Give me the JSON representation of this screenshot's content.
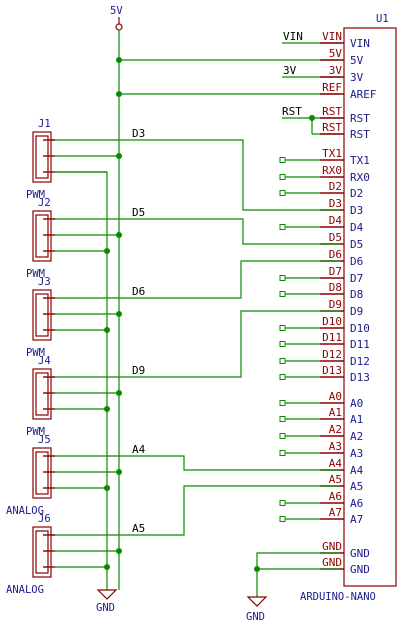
{
  "power": {
    "top_label": "5V",
    "gnd_left_label": "GND",
    "gnd_right_label": "GND"
  },
  "module": {
    "ref": "U1",
    "name": "ARDUINO-NANO",
    "pins": [
      {
        "name": "VIN",
        "label": "VIN"
      },
      {
        "name": "5V",
        "label": "5V"
      },
      {
        "name": "3V",
        "label": "3V"
      },
      {
        "name": "AREF",
        "label": "REF"
      },
      {
        "name": "RST",
        "label": "RST"
      },
      {
        "name": "RST",
        "label": "RST"
      },
      {
        "name": "TX1",
        "label": "TX1"
      },
      {
        "name": "RX0",
        "label": "RX0"
      },
      {
        "name": "D2",
        "label": "D2"
      },
      {
        "name": "D3",
        "label": "D3"
      },
      {
        "name": "D4",
        "label": "D4"
      },
      {
        "name": "D5",
        "label": "D5"
      },
      {
        "name": "D6",
        "label": "D6"
      },
      {
        "name": "D7",
        "label": "D7"
      },
      {
        "name": "D8",
        "label": "D8"
      },
      {
        "name": "D9",
        "label": "D9"
      },
      {
        "name": "D10",
        "label": "D10"
      },
      {
        "name": "D11",
        "label": "D11"
      },
      {
        "name": "D12",
        "label": "D12"
      },
      {
        "name": "D13",
        "label": "D13"
      },
      {
        "name": "A0",
        "label": "A0"
      },
      {
        "name": "A1",
        "label": "A1"
      },
      {
        "name": "A2",
        "label": "A2"
      },
      {
        "name": "A3",
        "label": "A3"
      },
      {
        "name": "A4",
        "label": "A4"
      },
      {
        "name": "A5",
        "label": "A5"
      },
      {
        "name": "A6",
        "label": "A6"
      },
      {
        "name": "A7",
        "label": "A7"
      },
      {
        "name": "GND",
        "label": "GND"
      },
      {
        "name": "GND",
        "label": "GND"
      }
    ]
  },
  "net_labels": {
    "vin": "VIN",
    "v3": "3V",
    "rst": "RST"
  },
  "connectors": [
    {
      "ref": "J1",
      "type": "PWM",
      "signal": "D3"
    },
    {
      "ref": "J2",
      "type": "PWM",
      "signal": "D5"
    },
    {
      "ref": "J3",
      "type": "PWM",
      "signal": "D6"
    },
    {
      "ref": "J4",
      "type": "PWM",
      "signal": "D9"
    },
    {
      "ref": "J5",
      "type": "ANALOG",
      "signal": "A4"
    },
    {
      "ref": "J6",
      "type": "ANALOG",
      "signal": "A5"
    }
  ]
}
